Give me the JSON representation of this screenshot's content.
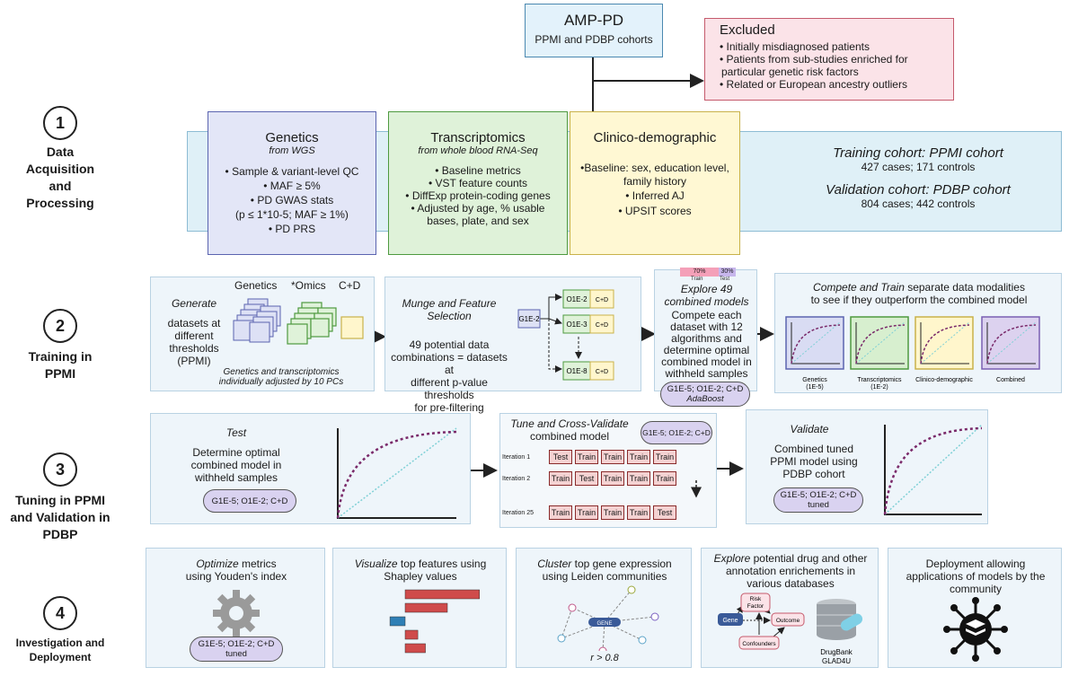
{
  "top": {
    "ampd_title": "AMP-PD",
    "ampd_sub": "PPMI and PDBP cohorts",
    "excluded_title": "Excluded",
    "excluded_items": [
      "• Initially misdiagnosed patients",
      "• Patients from sub-studies enriched for",
      "particular genetic risk factors",
      "• Related or European ancestry outliers"
    ]
  },
  "stages": [
    {
      "num": "1",
      "label": "Data\nAcquisition\nand\nProcessing"
    },
    {
      "num": "2",
      "label": "Training in\nPPMI"
    },
    {
      "num": "3",
      "label": "Tuning in PPMI\nand Validation in\nPDBP"
    },
    {
      "num": "4",
      "label": "Investigation and\nDeployment"
    }
  ],
  "row1": {
    "genetics": {
      "title": "Genetics",
      "sub": "from WGS",
      "items": [
        "• Sample & variant-level QC",
        "• MAF ≥ 5%",
        "• PD GWAS stats",
        "(p ≤ 1*10-5; MAF ≥ 1%)",
        "• PD PRS"
      ]
    },
    "transcriptomics": {
      "title": "Transcriptomics",
      "sub": "from whole blood RNA-Seq",
      "items": [
        "• Baseline metrics",
        "• VST feature counts",
        "• DiffExp protein-coding genes",
        "• Adjusted by age, % usable",
        "bases, plate, and sex"
      ]
    },
    "clinico": {
      "title": "Clinico-demographic",
      "items": [
        "•Baseline: sex, education level,",
        "family history",
        "• Inferred AJ",
        "• UPSIT scores"
      ]
    },
    "training_title": "Training cohort: PPMI cohort",
    "training_counts": "427 cases; 171 controls",
    "validation_title": "Validation cohort: PDBP cohort",
    "validation_counts": "804 cases; 442 controls"
  },
  "row2": {
    "col_genetics": "Genetics",
    "col_omics": "*Omics",
    "col_cd": "C+D",
    "generate": "Generate",
    "generate_text": "datasets at\ndifferent\nthresholds\n(PPMI)",
    "adjust_note": "Genetics and transcriptomics\nindividually adjusted by 10 PCs",
    "munge_title": "Munge and Feature\nSelection",
    "munge_text": "49 potential data\ncombinations = datasets at\ndifferent p-value thresholds\nfor pre-filtering",
    "g_node": "G1E-2",
    "o_nodes": [
      "O1E-2",
      "O1E-3",
      "O1E-8"
    ],
    "cd_node": "C+D",
    "split_train_pct": "70%",
    "split_test_pct": "30%",
    "split_train": "Train",
    "split_test": "Test",
    "explore_title": "Explore 49\ncombined models",
    "explore_text": "Compete each\ndataset with 12\nalgorithms and\ndetermine optimal\ncombined model in\nwithheld samples",
    "best_model": "G1E-5; O1E-2; C+D",
    "best_algo": "AdaBoost",
    "compete_title_i": "Compete and Train",
    "compete_title_rest": " separate data modalities",
    "compete_title_2": "to see if they outperform the combined model",
    "roc_labels": [
      "Genetics\n(1E-5)",
      "Transcriptomics\n(1E-2)",
      "Clinico-demographic",
      "Combined"
    ],
    "roc_colors": [
      "#d9dcf3",
      "#d7efcf",
      "#fff6cc",
      "#dcd2ef"
    ],
    "roc_borders": [
      "#5b64b0",
      "#4e9a3f",
      "#c9b24a",
      "#7a5fb2"
    ]
  },
  "row3": {
    "test_title": "Test",
    "test_text": "Determine optimal\ncombined model in\nwithheld samples",
    "test_pill": "G1E-5; O1E-2; C+D",
    "tune_title": "Tune and Cross-Validate",
    "tune_sub": "combined model",
    "tune_pill": "G1E-5; O1E-2; C+D",
    "iterations": [
      {
        "label": "Iteration 1",
        "cells": [
          "Test",
          "Train",
          "Train",
          "Train",
          "Train"
        ]
      },
      {
        "label": "Iteration 2",
        "cells": [
          "Train",
          "Test",
          "Train",
          "Train",
          "Train"
        ]
      },
      {
        "label": "Iteration 25",
        "cells": [
          "Train",
          "Train",
          "Train",
          "Train",
          "Test"
        ]
      }
    ],
    "validate_title": "Validate",
    "validate_text": "Combined tuned\nPPMI model using\nPDBP cohort",
    "validate_pill_1": "G1E-5; O1E-2; C+D",
    "validate_pill_2": "tuned"
  },
  "row4": {
    "opt_title_i": "Optimize",
    "opt_title_rest": " metrics",
    "opt_title_2": "using Youden's index",
    "opt_pill_1": "G1E-5; O1E-2; C+D",
    "opt_pill_2": "tuned",
    "vis_title_i": "Visualize",
    "vis_title_rest": " top features using",
    "vis_title_2": "Shapley values",
    "shap_values": [
      0.88,
      0.5,
      -0.18,
      0.15,
      0.24
    ],
    "cluster_title_i": "Cluster",
    "cluster_title_rest": " top gene expression",
    "cluster_title_2": "using Leiden communities",
    "gene_label": "GENE",
    "r_label": "r > 0.8",
    "explore_title_i": "Explore",
    "explore_title_rest": " potential drug and other",
    "explore_title_2": "annotation enrichements in",
    "explore_title_3": "various databases",
    "dag_gene": "Gene",
    "dag_risk": "Risk\nFactor",
    "dag_outcome": "Outcome",
    "dag_conf": "Confounders",
    "db1": "DrugBank",
    "db2": "GLAD4U",
    "deploy_text": "Deployment allowing\napplications of models by the\ncommunity"
  }
}
